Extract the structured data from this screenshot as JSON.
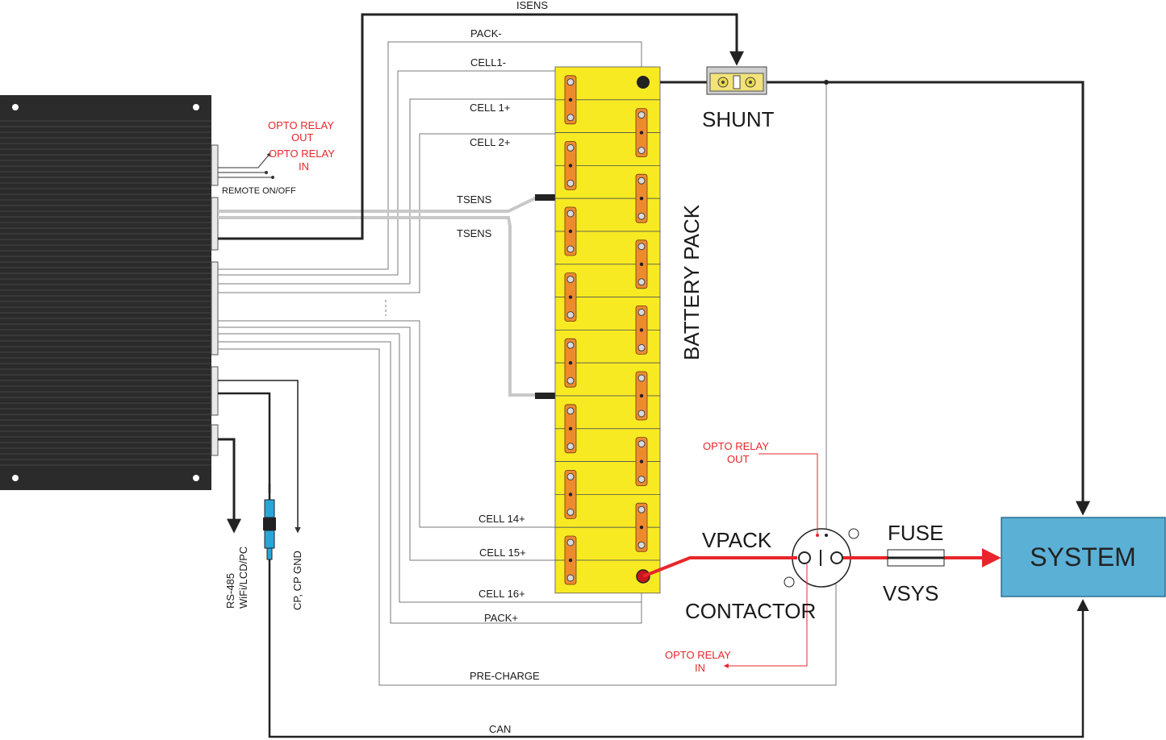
{
  "labels": {
    "isens": "ISENS",
    "pack_minus": "PACK-",
    "cell1_minus": "CELL1-",
    "cell1_plus": "CELL 1+",
    "cell2_plus": "CELL 2+",
    "tsens_1": "TSENS",
    "tsens_2": "TSENS",
    "cell14_plus": "CELL 14+",
    "cell15_plus": "CELL 15+",
    "cell16_plus": "CELL 16+",
    "pack_plus": "PACK+",
    "pre_charge": "PRE-CHARGE",
    "can": "CAN",
    "remote_onoff": "REMOTE ON/OFF",
    "opto_relay_out_line1": "OPTO RELAY",
    "opto_relay_out_line2": "OUT",
    "opto_relay_in_line1": "OPTO RELAY",
    "opto_relay_in_line2": "IN",
    "contactor_opto_out_line1": "OPTO RELAY",
    "contactor_opto_out_line2": "OUT",
    "contactor_opto_in_line1": "OPTO RELAY",
    "contactor_opto_in_line2": "IN",
    "shunt": "SHUNT",
    "battery_pack": "BATTERY PACK",
    "vpack": "VPACK",
    "vsys": "VSYS",
    "fuse": "FUSE",
    "contactor": "CONTACTOR",
    "system": "SYSTEM",
    "rs485_line1": "RS-485",
    "rs485_line2": "WiFi/LCD/PC",
    "cp_gnd": "CP, CP GND"
  },
  "colors": {
    "battery_cell": "#f7ea22",
    "terminal": "#ee8a2e",
    "system_box": "#5bb0d6",
    "red_wire": "#e8262b",
    "bms_body": "#2b2b2b",
    "signal_wire": "#888888"
  },
  "icons": {
    "bms": "bms-controller-icon",
    "shunt": "shunt-icon",
    "contactor": "contactor-icon",
    "fuse": "fuse-icon"
  }
}
